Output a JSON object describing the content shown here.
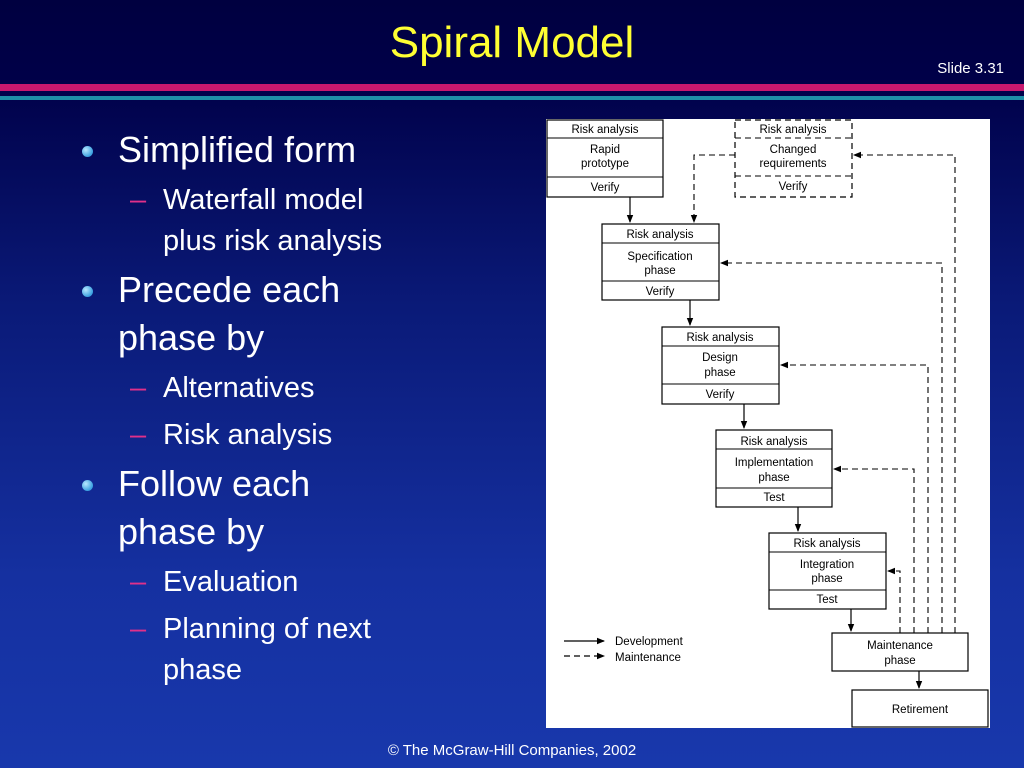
{
  "slide": {
    "title": "Spiral Model",
    "slide_number": "Slide 3.31",
    "footer": "© The McGraw-Hill Companies, 2002"
  },
  "bullets": [
    {
      "text": "Simplified form",
      "sub": [
        "Waterfall model",
        "plus risk analysis"
      ]
    },
    {
      "text": "Precede each",
      "text2": "phase by",
      "sub": [
        "Alternatives",
        "Risk analysis"
      ]
    },
    {
      "text": "Follow each",
      "text2": "phase by",
      "sub": [
        "Evaluation",
        "Planning of next",
        "phase"
      ]
    }
  ],
  "diagram": {
    "boxes": {
      "rapid": {
        "top": "Risk analysis",
        "mid1": "Rapid",
        "mid2": "prototype",
        "bottom": "Verify"
      },
      "changed": {
        "top": "Risk analysis",
        "mid1": "Changed",
        "mid2": "requirements",
        "bottom": "Verify"
      },
      "spec": {
        "top": "Risk analysis",
        "mid1": "Specification",
        "mid2": "phase",
        "bottom": "Verify"
      },
      "design": {
        "top": "Risk analysis",
        "mid1": "Design",
        "mid2": "phase",
        "bottom": "Verify"
      },
      "impl": {
        "top": "Risk analysis",
        "mid1": "Implementation",
        "mid2": "phase",
        "bottom": "Test"
      },
      "integ": {
        "top": "Risk analysis",
        "mid1": "Integration",
        "mid2": "phase",
        "bottom": "Test"
      },
      "maint": {
        "line1": "Maintenance",
        "line2": "phase"
      },
      "retire": {
        "line1": "Retirement"
      }
    },
    "legend": {
      "development": "Development",
      "maintenance": "Maintenance"
    }
  },
  "colors": {
    "title": "#ffff33",
    "accent_bar": "#c8186e",
    "secondary_bar": "#1e8fa8",
    "bullet_dash": "#e0308a"
  }
}
